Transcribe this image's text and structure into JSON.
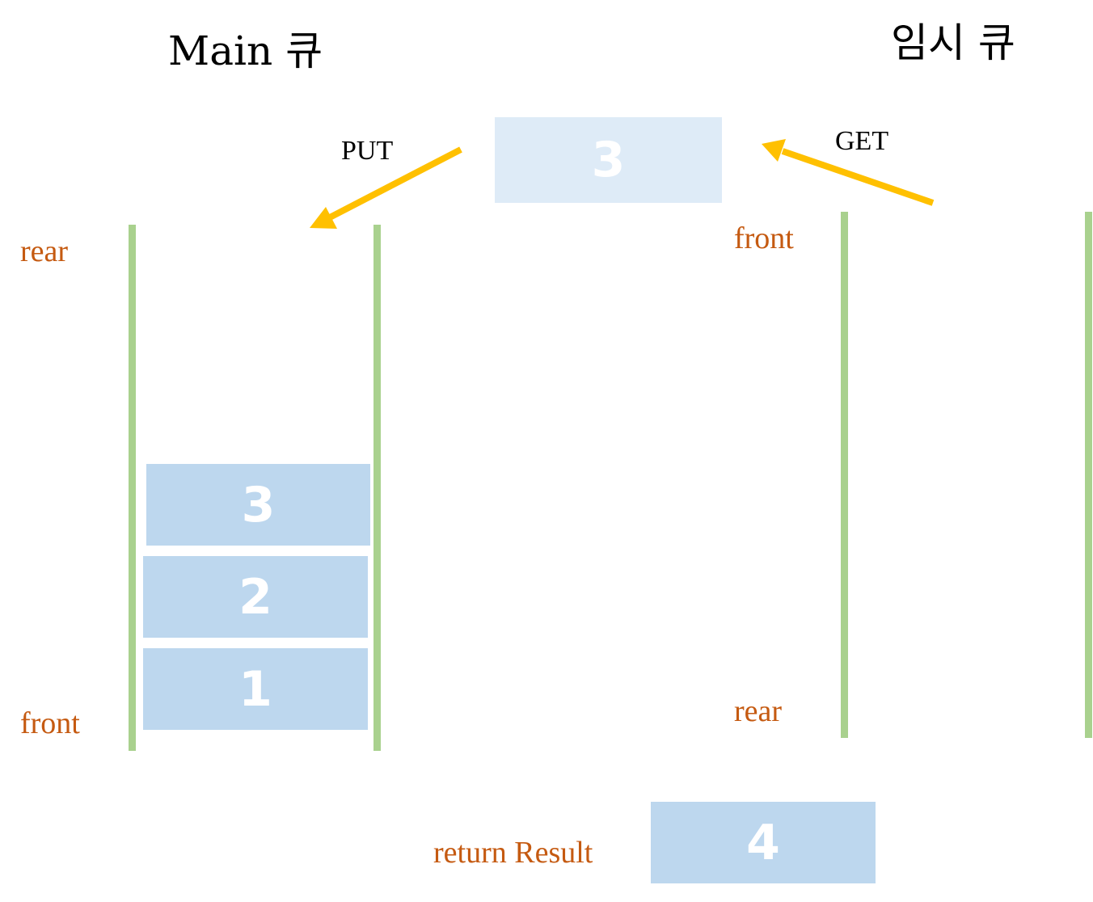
{
  "main_queue": {
    "title": "Main 큐",
    "rear_label": "rear",
    "front_label": "front",
    "items": [
      "3",
      "2",
      "1"
    ]
  },
  "temp_queue": {
    "title": "임시 큐",
    "front_label": "front",
    "rear_label": "rear"
  },
  "transfer": {
    "value": "3",
    "put_label": "PUT",
    "get_label": "GET"
  },
  "result": {
    "label": "return Result",
    "value": "4"
  },
  "colors": {
    "wall": "#a9d18e",
    "box": "#bdd7ee",
    "box_faded": "#deebf7",
    "arrow": "#ffc000",
    "pointer_label": "#c55a11"
  }
}
